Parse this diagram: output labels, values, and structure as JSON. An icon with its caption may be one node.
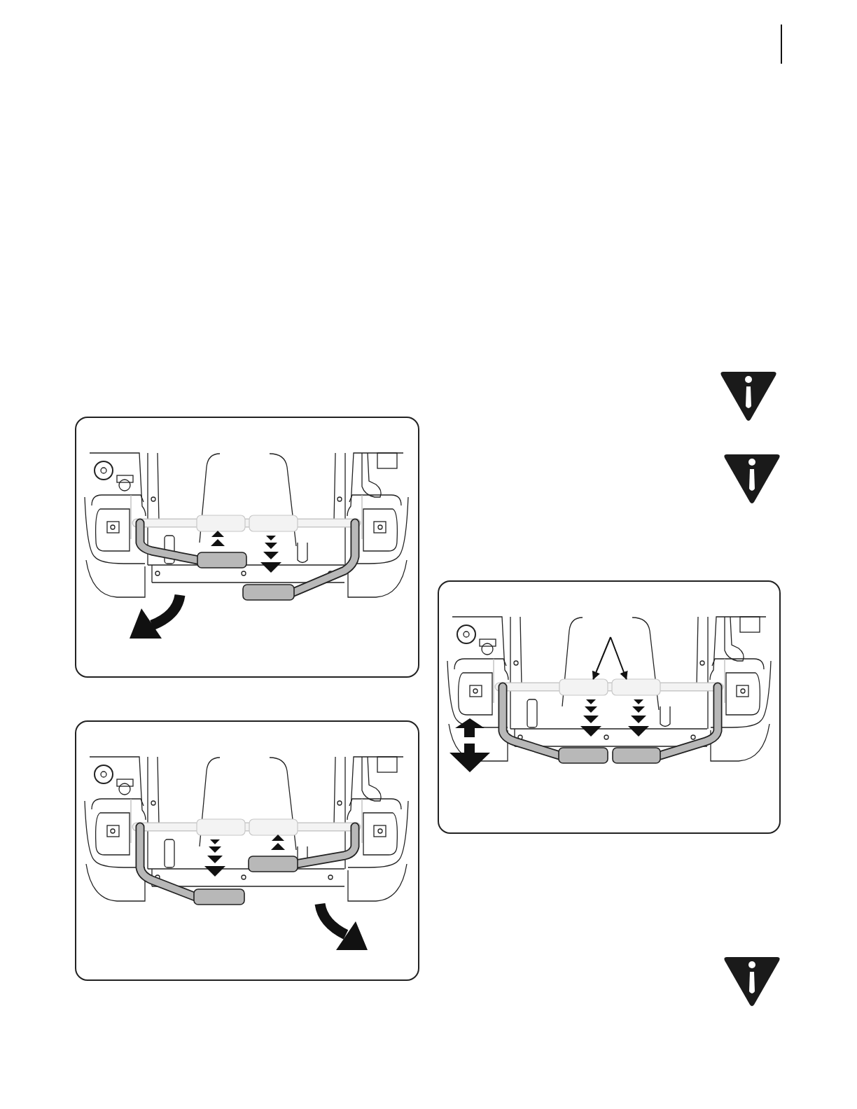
{
  "diagram": {
    "nodes": [
      {
        "text": [],
        "shape": "box"
      },
      {
        "text": [],
        "shape": "box"
      },
      {
        "text": [],
        "shape": "box"
      },
      {
        "text": [],
        "shape": "box",
        "in": 2
      },
      {
        "text": [],
        "shape": "box",
        "in": 2
      }
    ],
    "edges": [
      {
        "from": null,
        "to": 3,
        "arrow": "to"
      },
      {
        "from": null,
        "to": 4,
        "arrow": "to"
      }
    ]
  }
}
